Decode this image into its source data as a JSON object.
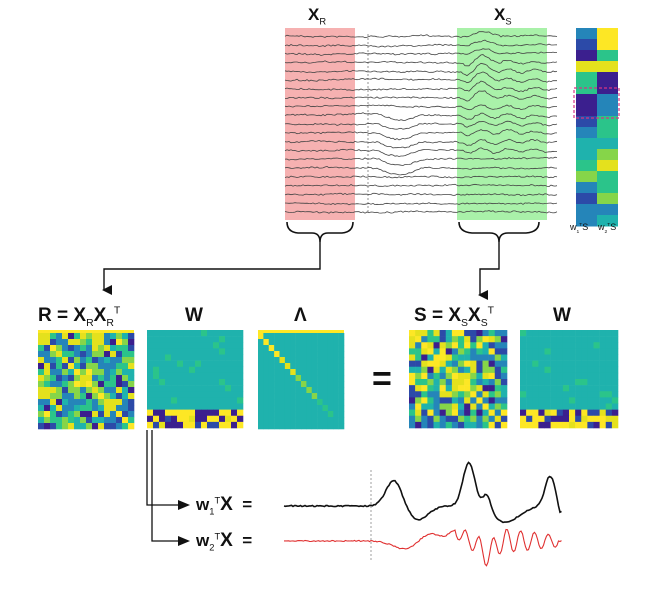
{
  "top_labels": {
    "xr": {
      "base": "X",
      "sub": "R"
    },
    "xs": {
      "base": "X",
      "sub": "S"
    }
  },
  "spatial_columns": [
    {
      "w": "w",
      "i": "1",
      "t": "T",
      "s": "S"
    },
    {
      "w": "w",
      "i": "2",
      "t": "T",
      "s": "S"
    }
  ],
  "matrices": {
    "r": {
      "lhs": "R",
      "eq": " = ",
      "a": "X",
      "a_sub": "R",
      "b": "X",
      "b_sub": "R",
      "b_sup": "T"
    },
    "w1": {
      "label": "W"
    },
    "lambda": {
      "label": "Λ"
    },
    "equals": "=",
    "s": {
      "lhs": "S",
      "eq": " = ",
      "a": "X",
      "a_sub": "S",
      "b": "X",
      "b_sub": "S",
      "b_sup": "T"
    },
    "w2": {
      "label": "W"
    }
  },
  "projections": [
    {
      "w": "w",
      "i": "1",
      "t": "T",
      "x": "X",
      "eq": "=",
      "color": "#111111"
    },
    {
      "w": "w",
      "i": "2",
      "t": "T",
      "x": "X",
      "eq": "=",
      "color": "#e03030"
    }
  ],
  "colors": {
    "reference_band": "#f6b1b1",
    "signal_band": "#a9f1a9",
    "colormap": [
      "#3b1f8e",
      "#2c4aa8",
      "#2585b9",
      "#1fb2ad",
      "#2bc48a",
      "#86d549",
      "#e4e11d",
      "#fde725"
    ],
    "trace": "#444444",
    "projection_1": "#111111",
    "projection_2": "#e03030"
  }
}
